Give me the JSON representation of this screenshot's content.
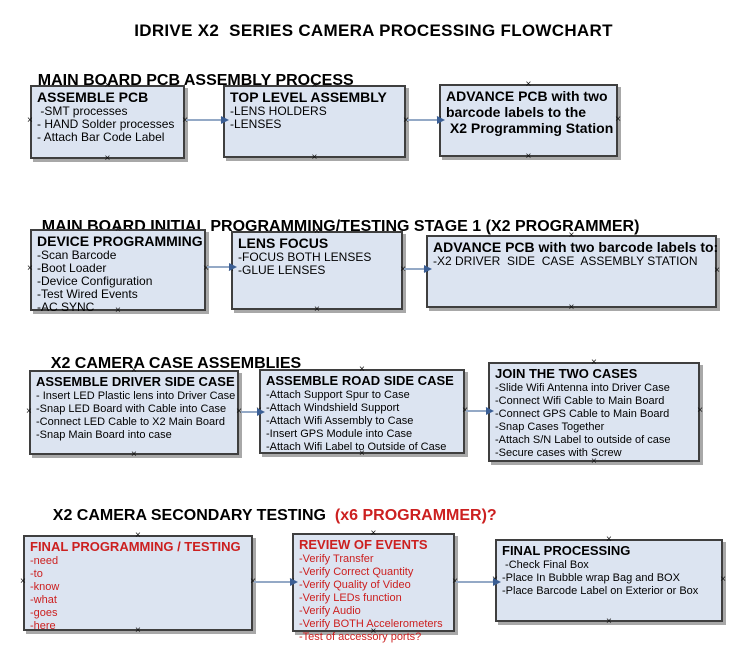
{
  "title": "IDRIVE X2  SERIES CAMERA PROCESSING FLOWCHART",
  "colors": {
    "box_fill": "#dce4f1",
    "box_border": "#3f3f3f",
    "box_shadow": "#a8a8a8",
    "arrow_line": "#94a9c6",
    "arrow_head": "#3a5e94",
    "red_text": "#cc2020"
  },
  "icons": {
    "connection_point": "x-marker"
  },
  "sections": [
    {
      "heading": "MAIN BOARD PCB ASSEMBLY PROCESS",
      "boxes": [
        {
          "title": "ASSEMBLE PCB",
          "items": [
            " -SMT processes",
            "- HAND Solder processes",
            "- Attach Bar Code Label"
          ]
        },
        {
          "title": "TOP LEVEL ASSEMBLY",
          "items": [
            "-LENS HOLDERS",
            "-LENSES"
          ]
        },
        {
          "title": "ADVANCE PCB with two\nbarcode labels to the\n X2 Programming Station",
          "items": []
        }
      ]
    },
    {
      "heading": "MAIN BOARD INITIAL PROGRAMMING/TESTING STAGE 1 (X2 PROGRAMMER)",
      "boxes": [
        {
          "title": "DEVICE PROGRAMMING",
          "items": [
            "-Scan Barcode",
            "-Boot Loader",
            "-Device Configuration",
            "-Test Wired Events",
            "-AC SYNC"
          ]
        },
        {
          "title": "LENS FOCUS",
          "items": [
            "-FOCUS BOTH LENSES",
            "-GLUE LENSES"
          ]
        },
        {
          "title": "ADVANCE PCB with two barcode labels to:",
          "items": [
            "-X2 DRIVER  SIDE  CASE  ASSEMBLY STATION"
          ]
        }
      ]
    },
    {
      "heading": "X2 CAMERA CASE ASSEMBLIES",
      "boxes": [
        {
          "title": "ASSEMBLE DRIVER SIDE CASE",
          "items": [
            "- Insert LED Plastic lens into Driver Case",
            "-Snap LED Board with Cable into Case",
            "-Connect LED Cable to X2 Main Board",
            "-Snap Main Board into case"
          ]
        },
        {
          "title": "ASSEMBLE ROAD SIDE CASE",
          "items": [
            "-Attach Support Spur to Case",
            "-Attach Windshield Support",
            "-Attach Wifi Assembly to Case",
            "-Insert GPS Module into Case",
            "-Attach Wifi Label to Outside of Case"
          ]
        },
        {
          "title": "JOIN THE TWO CASES",
          "items": [
            "-Slide Wifi Antenna into Driver Case",
            "-Connect Wifi Cable to Main Board",
            "-Connect GPS Cable to Main Board",
            "-Snap Cases Together",
            "-Attach S/N Label to outside of case",
            "-Secure cases with Screw"
          ]
        }
      ]
    },
    {
      "heading": "X2 CAMERA SECONDARY TESTING ",
      "heading_red": " (x6 PROGRAMMER)?",
      "boxes": [
        {
          "title": "FINAL PROGRAMMING / TESTING",
          "items": [
            "-need",
            "-to",
            "-know",
            "-what",
            "-goes",
            "-here"
          ]
        },
        {
          "title": "REVIEW OF EVENTS",
          "items": [
            "-Verify Transfer",
            "-Verify Correct Quantity",
            "-Verify Quality of Video",
            "-Verify LEDs function",
            "-Verify Audio",
            "-Verify BOTH Accelerometers",
            "-Test of accessory ports?"
          ]
        },
        {
          "title": "FINAL PROCESSING",
          "items": [
            " -Check Final Box",
            "-Place In Bubble wrap Bag and BOX",
            "-Place Barcode Label on Exterior or Box"
          ]
        }
      ]
    }
  ]
}
